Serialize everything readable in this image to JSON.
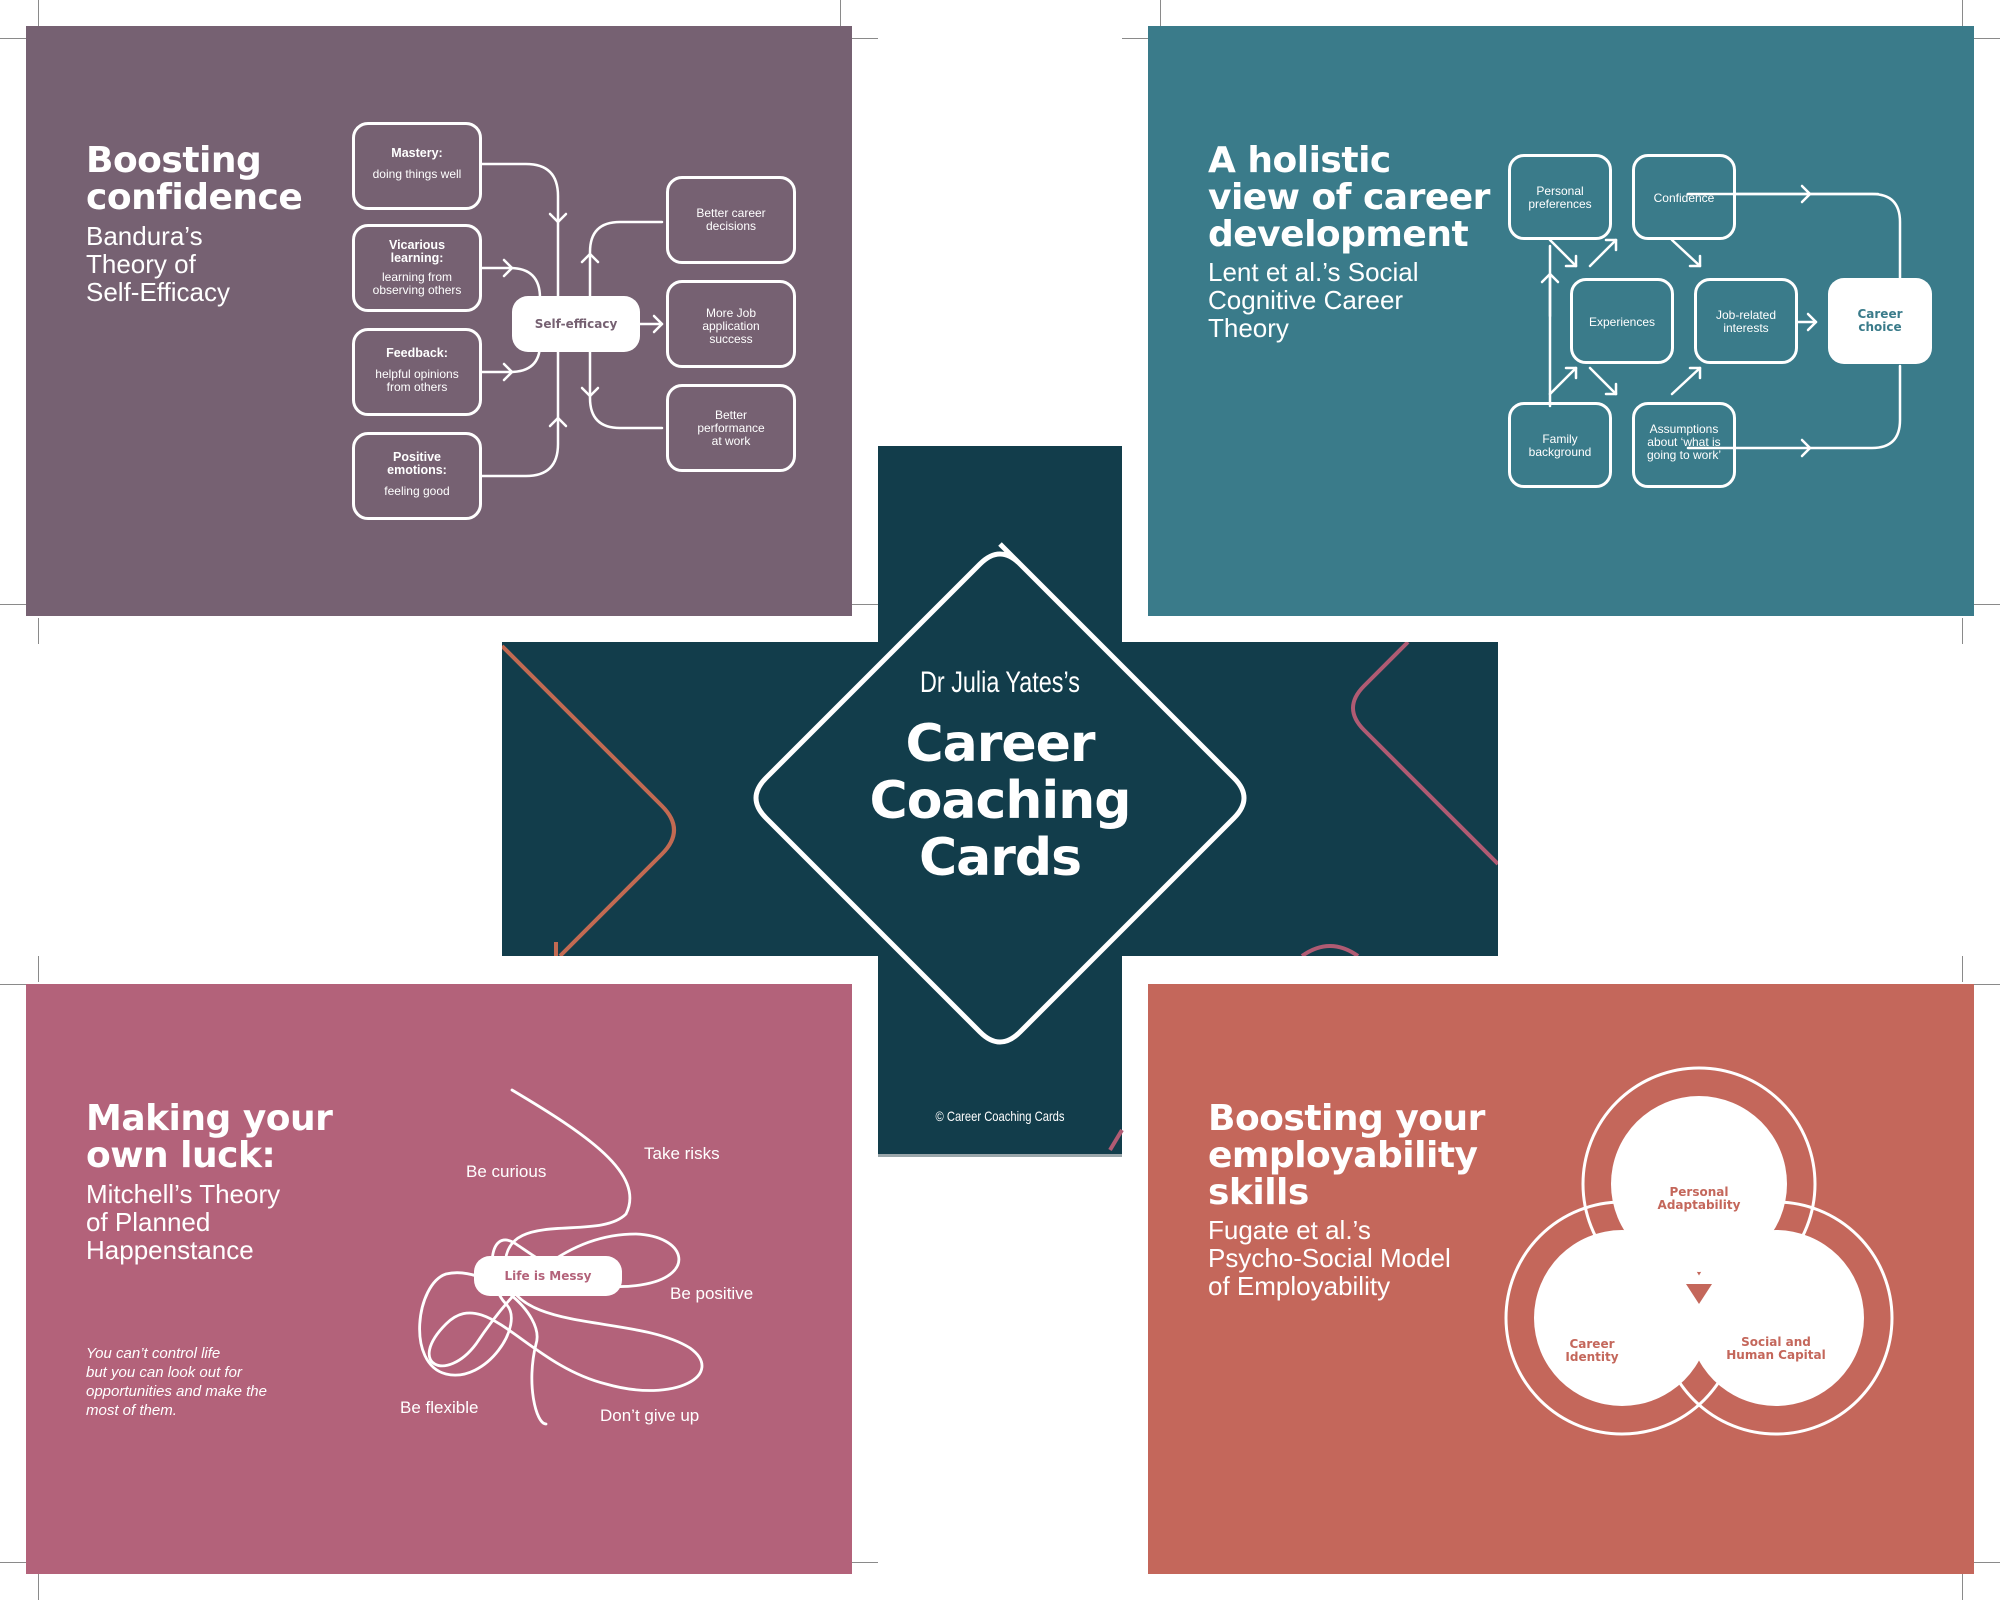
{
  "colors": {
    "purple": "#766172",
    "teal": "#3a7b8a",
    "navy": "#123d4b",
    "pink": "#b3627a",
    "coral": "#c4675b",
    "copper": "#c26a52",
    "mauve": "#b05b73"
  },
  "card_confidence": {
    "title": [
      "Boosting",
      "confidence"
    ],
    "subtitle": [
      "Bandura’s",
      "Theory of",
      "Self-Efficacy"
    ],
    "sources": [
      {
        "head": "Mastery:",
        "body": "doing things well"
      },
      {
        "head": "Vicarious learning:",
        "body": "learning from observing others"
      },
      {
        "head": "Feedback:",
        "body": "helpful opinions from others"
      },
      {
        "head": "Positive emotions:",
        "body": "feeling good"
      }
    ],
    "center": "Self-efficacy",
    "outcomes": [
      "Better career decisions",
      "More Job application success",
      "Better performance at work"
    ]
  },
  "card_holistic": {
    "title": [
      "A holistic",
      "view of career",
      "development"
    ],
    "subtitle": [
      "Lent et al.’s Social",
      "Cognitive Career",
      "Theory"
    ],
    "nodes": {
      "personal_preferences": "Personal preferences",
      "confidence": "Confidence",
      "experiences": "Experiences",
      "job_related_interests": "Job-related interests",
      "family_background": "Family background",
      "assumptions": "Assumptions about ‘what is going to work’",
      "career_choice": "Career choice"
    }
  },
  "cover": {
    "author": "Dr Julia Yates’s",
    "title": [
      "Career",
      "Coaching",
      "Cards"
    ],
    "copyright": "© Career Coaching Cards"
  },
  "card_luck": {
    "title": [
      "Making your",
      "own luck:"
    ],
    "subtitle": [
      "Mitchell’s Theory",
      "of Planned",
      "Happenstance"
    ],
    "note": [
      "You can’t control life",
      "but you can look out for",
      "opportunities and make the",
      "most of them."
    ],
    "center": "Life is Messy",
    "labels": [
      "Be curious",
      "Take risks",
      "Be positive",
      "Be flexible",
      "Don’t give up"
    ]
  },
  "card_employability": {
    "title": [
      "Boosting your",
      "employability",
      "skills"
    ],
    "subtitle": [
      "Fugate et al.’s",
      "Psycho-Social Model",
      "of Employability"
    ],
    "circles": [
      "Personal Adaptability",
      "Career Identity",
      "Social and Human Capital"
    ]
  }
}
